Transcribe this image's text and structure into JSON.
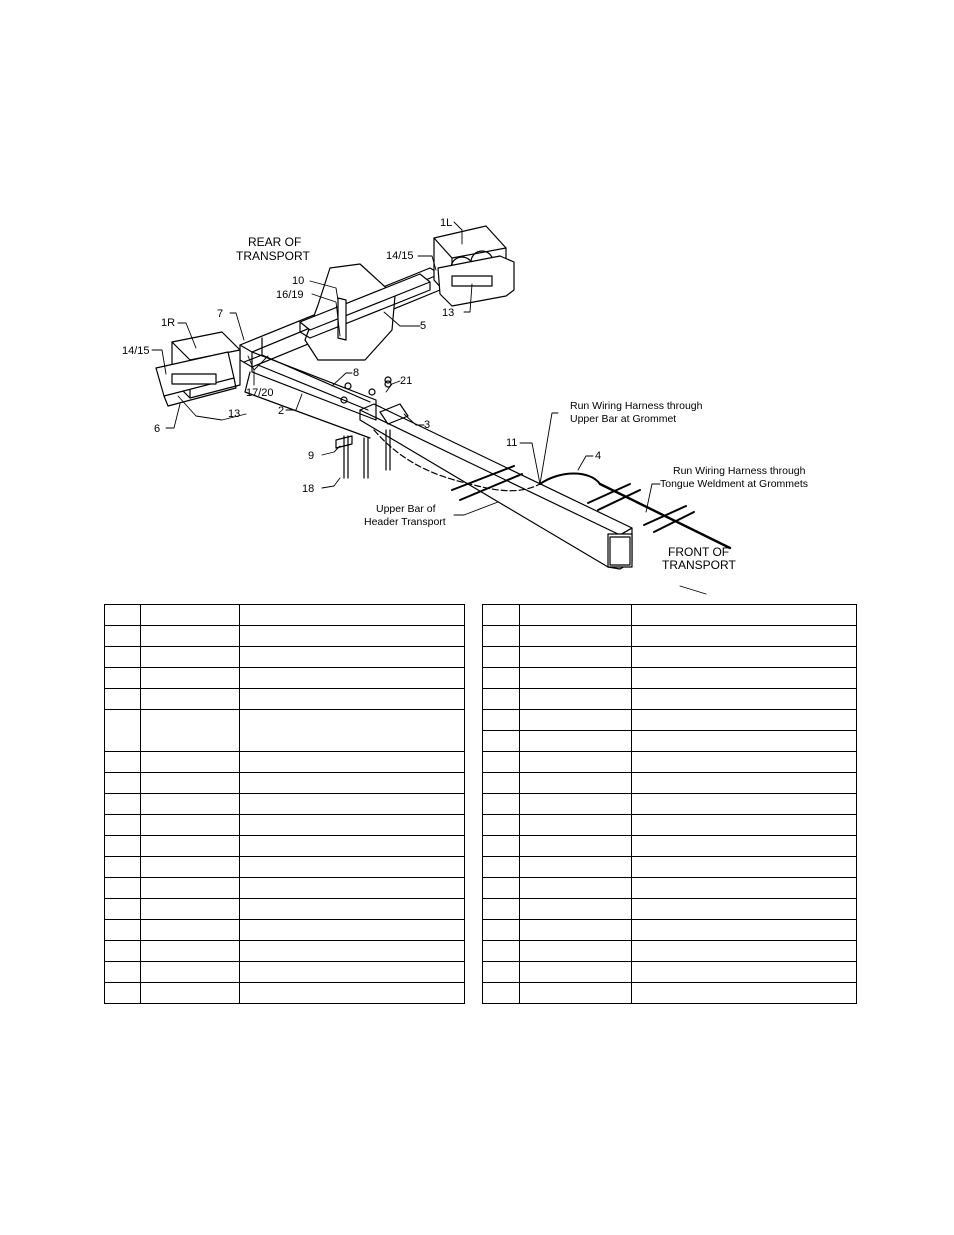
{
  "diagram": {
    "callouts": {
      "c_1l": "1L",
      "c_1415_top": "14/15",
      "c_13_right": "13",
      "c_rear_1": "REAR OF",
      "c_rear_2": "TRANSPORT",
      "c_10": "10",
      "c_1619": "16/19",
      "c_5": "5",
      "c_7": "7",
      "c_1r": "1R",
      "c_1415_left": "14/15",
      "c_1720": "17/20",
      "c_13_left": "13",
      "c_6": "6",
      "c_8": "8",
      "c_2": "2",
      "c_21": "21",
      "c_3": "3",
      "c_9": "9",
      "c_18": "18",
      "c_11": "11",
      "c_4": "4",
      "c_upper_1": "Run Wiring Harness through",
      "c_upper_2": "Upper Bar at Grommet",
      "c_tongue_1": "Run Wiring Harness through",
      "c_tongue_2": "Tongue Weldment at Grommets",
      "c_bar_1": "Upper Bar of",
      "c_bar_2": "Header Transport",
      "c_front_1": "FRONT OF",
      "c_front_2": "TRANSPORT"
    }
  }
}
